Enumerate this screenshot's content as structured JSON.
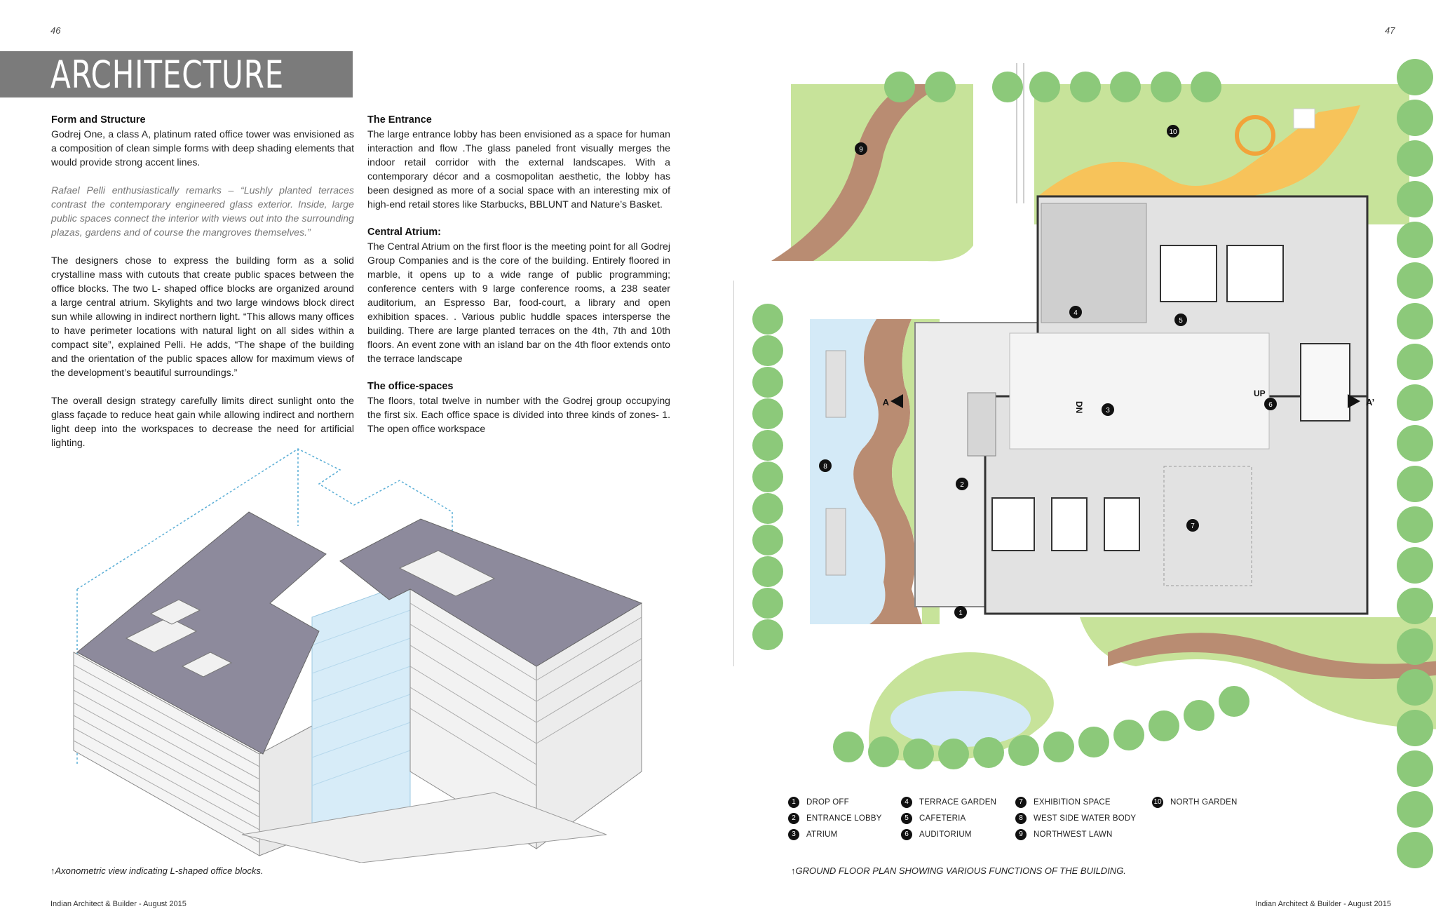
{
  "page_numbers": {
    "left": "46",
    "right": "47"
  },
  "section_title": "ARCHITECTURE",
  "left_column": {
    "heading": "Form and Structure",
    "para1": "Godrej One, a class A, platinum rated office tower was envisioned as a composition of clean simple forms with deep shading elements that would provide strong accent lines.",
    "quote": "Rafael Pelli enthusiastically remarks – “Lushly planted terraces contrast the contemporary engineered glass exterior. Inside, large public spaces connect the interior with views out into the surrounding plazas, gardens and of course the mangroves themselves.”",
    "para2": "The designers chose to express the building form as a solid crystalline mass with cutouts that create public spaces between the office blocks. The two L- shaped office blocks are organized around a large central atrium. Skylights and two large windows block direct sun while allowing in indirect northern light. “This allows many offices to have perimeter locations with natural light on all sides within a compact site”, explained Pelli. He adds, “The shape of the building and the orientation of the public spaces allow for maximum views of the development’s beautiful surroundings.”",
    "para3": "The overall design strategy carefully limits direct sunlight onto the glass façade to reduce heat gain while allowing indirect and northern light deep into the workspaces to decrease the need for artificial lighting."
  },
  "middle_column": {
    "heading1": "The Entrance",
    "para1": "The large entrance lobby has been envisioned as a space for human interaction and flow .The glass paneled front visually merges the indoor retail corridor with the external landscapes. With a contemporary décor and a cosmopolitan aesthetic, the lobby has been designed as more of a social space with an interesting mix of high-end retail stores like Starbucks, BBLUNT and Nature’s Basket.",
    "heading2": "Central Atrium:",
    "para2": "The Central Atrium on the first floor is the meeting point for all Godrej Group Companies and is the core of the building. Entirely floored in marble, it opens up to a wide range of public programming; conference centers with 9 large conference rooms, a 238 seater auditorium, an Espresso Bar, food-court, a library and open exhibition spaces. . Various public huddle spaces intersperse the building. There are large planted terraces on the 4th, 7th and 10th floors. An event zone with an island bar on the 4th floor extends onto the terrace landscape",
    "heading3": "The office-spaces",
    "para3": "The floors, total twelve in number with the Godrej group occupying the first six. Each office space is divided into three kinds of zones- 1. The open office workspace"
  },
  "captions": {
    "axonometric": "Axonometric view indicating L-shaped office blocks.",
    "plan": "GROUND FLOOR PLAN SHOWING VARIOUS FUNCTIONS OF THE BUILDING."
  },
  "plan_labels": {
    "section_a": "A",
    "section_a_prime": "A’",
    "up": "UP",
    "dn": "DN"
  },
  "legend": [
    {
      "num": "1",
      "label": "DROP OFF"
    },
    {
      "num": "2",
      "label": "ENTRANCE LOBBY"
    },
    {
      "num": "3",
      "label": "ATRIUM"
    },
    {
      "num": "4",
      "label": "TERRACE GARDEN"
    },
    {
      "num": "5",
      "label": "CAFETERIA"
    },
    {
      "num": "6",
      "label": "AUDITORIUM"
    },
    {
      "num": "7",
      "label": "EXHIBITION SPACE"
    },
    {
      "num": "8",
      "label": "WEST SIDE WATER BODY"
    },
    {
      "num": "9",
      "label": "NORTHWEST LAWN"
    },
    {
      "num": "10",
      "label": "NORTH GARDEN"
    }
  ],
  "footer": {
    "left": "Indian Architect & Builder - August 2015",
    "right": "Indian Architect & Builder - August 2015"
  },
  "colors": {
    "banner": "#7b7b7b",
    "lawn": "#c7e39a",
    "tree": "#8cc97a",
    "water": "#d4eaf7",
    "earth": "#b98c72",
    "roof": "#8d8a9c"
  }
}
